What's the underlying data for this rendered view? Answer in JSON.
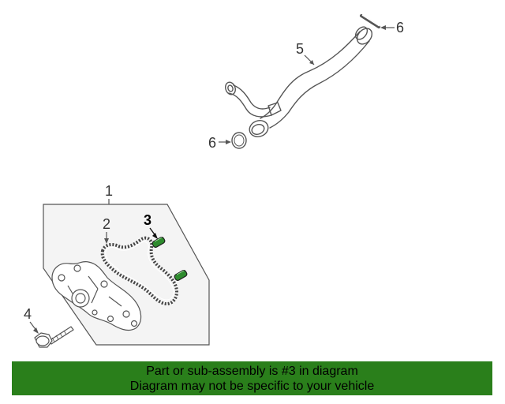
{
  "diagram": {
    "callouts": [
      {
        "id": "1",
        "label": "1"
      },
      {
        "id": "2",
        "label": "2"
      },
      {
        "id": "3",
        "label": "3"
      },
      {
        "id": "4",
        "label": "4"
      },
      {
        "id": "5",
        "label": "5"
      },
      {
        "id": "6a",
        "label": "6"
      },
      {
        "id": "6b",
        "label": "6"
      }
    ],
    "highlight_part": "3",
    "colors": {
      "line": "#555555",
      "highlight": "#2e8b2e",
      "banner": "#2a7f1b",
      "panel_fill": "#f4f4f4"
    }
  },
  "banner": {
    "line1": "Part or sub-assembly is #3 in diagram",
    "line2": "Diagram may not be specific to your vehicle"
  }
}
